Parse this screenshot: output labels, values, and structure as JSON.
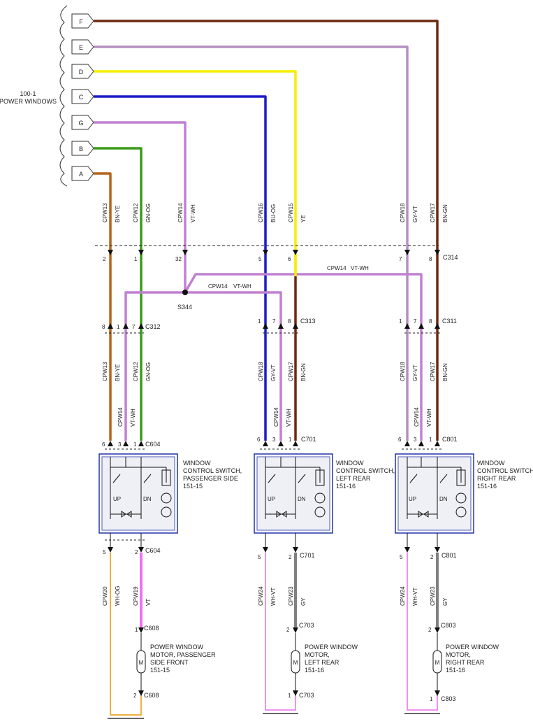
{
  "module": {
    "line1": "100-1",
    "line2": "POWER WINDOWS"
  },
  "pins": [
    "F",
    "E",
    "D",
    "C",
    "G",
    "B",
    "A"
  ],
  "wire_colors": {
    "BN-GN": "#6b2a10",
    "GY-VT": "#b58fc0",
    "YE": "#f5ee00",
    "BU-OG": "#1c1cc8",
    "VT-WH": "#c080d0",
    "GN-OG": "#3a9a1a",
    "BN-YE": "#b5651d",
    "WH-OG": "#f0b040",
    "VT": "#f070f0",
    "WH-VT": "#f090f0",
    "GY": "#808080",
    "outline": "#2233aa"
  },
  "top_wires": [
    {
      "circuit": "CPW13",
      "color": "BN-YE",
      "pin": "2"
    },
    {
      "circuit": "CPW12",
      "color": "GN-OG",
      "pin": "1"
    },
    {
      "circuit": "CPW14",
      "color": "VT-WH",
      "pin": "32"
    },
    {
      "circuit": "CPW16",
      "color": "BU-OG",
      "pin": "5"
    },
    {
      "circuit": "CPW15",
      "color": "YE",
      "pin": "6"
    },
    {
      "circuit": "CPW18",
      "color": "GY-VT",
      "pin": "7"
    },
    {
      "circuit": "CPW17",
      "color": "BN-GN",
      "pin": "8"
    }
  ],
  "connectors": {
    "c314": "C314",
    "c312": "C312",
    "c313": "C313",
    "c311": "C311",
    "s344": "S344",
    "c604": "C604",
    "c701": "C701",
    "c801": "C801",
    "c608": "C608",
    "c703": "C703",
    "c803": "C803"
  },
  "cross_labels": {
    "upper": {
      "circuit": "CPW14",
      "color": "VT-WH"
    },
    "lower": {
      "circuit": "CPW14",
      "color": "VT-WH"
    }
  },
  "switches": [
    {
      "line1": "WINDOW",
      "line2": "CONTROL SWITCH,",
      "line3": "PASSENGER SIDE",
      "line4": "151-15",
      "up": "UP",
      "dn": "DN"
    },
    {
      "line1": "WINDOW",
      "line2": "CONTROL SWITCH,",
      "line3": "LEFT REAR",
      "line4": "151-16",
      "up": "UP",
      "dn": "DN"
    },
    {
      "line1": "WINDOW",
      "line2": "CONTROL SWITCH,",
      "line3": "RIGHT REAR",
      "line4": "151-16",
      "up": "UP",
      "dn": "DN"
    }
  ],
  "mid_wires": {
    "pass": [
      {
        "circuit": "CPW13",
        "color": "BN-YE"
      },
      {
        "circuit": "CPW14",
        "color": "VT-WH"
      },
      {
        "circuit": "CPW12",
        "color": "GN-OG"
      }
    ],
    "lr": [
      {
        "circuit": "CPW18",
        "color": "GY-VT"
      },
      {
        "circuit": "CPW14",
        "color": "VT-WH"
      },
      {
        "circuit": "CPW17",
        "color": "BN-GN"
      }
    ],
    "rr": [
      {
        "circuit": "CPW18",
        "color": "GY-VT"
      },
      {
        "circuit": "CPW14",
        "color": "VT-WH"
      },
      {
        "circuit": "CPW17",
        "color": "BN-GN"
      }
    ]
  },
  "mid_pins": {
    "c312": [
      "8",
      "1",
      "7"
    ],
    "c313": [
      "1",
      "7",
      "8"
    ],
    "c311": [
      "1",
      "7",
      "8"
    ],
    "c604": [
      "6",
      "3",
      "1"
    ],
    "c701": [
      "6",
      "3",
      "1"
    ],
    "c801": [
      "6",
      "3",
      "1"
    ]
  },
  "bottom_wires": {
    "pass": [
      {
        "circuit": "CPW20",
        "color": "WH-OG"
      },
      {
        "circuit": "CPW19",
        "color": "VT"
      }
    ],
    "lr": [
      {
        "circuit": "CPW24",
        "color": "WH-VT"
      },
      {
        "circuit": "CPW23",
        "color": "GY"
      }
    ],
    "rr": [
      {
        "circuit": "CPW24",
        "color": "WH-VT"
      },
      {
        "circuit": "CPW23",
        "color": "GY"
      }
    ]
  },
  "bottom_pins": {
    "out": [
      "5",
      "2"
    ],
    "motor_top": "1",
    "lr_motor_top": "2",
    "motor_bot_pass": "2",
    "motor_bot_rear": "1"
  },
  "motors": [
    {
      "line1": "POWER WINDOW",
      "line2": "MOTOR, PASSENGER",
      "line3": "SIDE FRONT",
      "line4": "151-15",
      "symbol": "M"
    },
    {
      "line1": "POWER WINDOW",
      "line2": "MOTOR,",
      "line3": "LEFT REAR",
      "line4": "151-16",
      "symbol": "M"
    },
    {
      "line1": "POWER WINDOW",
      "line2": "MOTOR,",
      "line3": "RIGHT REAR",
      "line4": "151-16",
      "symbol": "M"
    }
  ]
}
